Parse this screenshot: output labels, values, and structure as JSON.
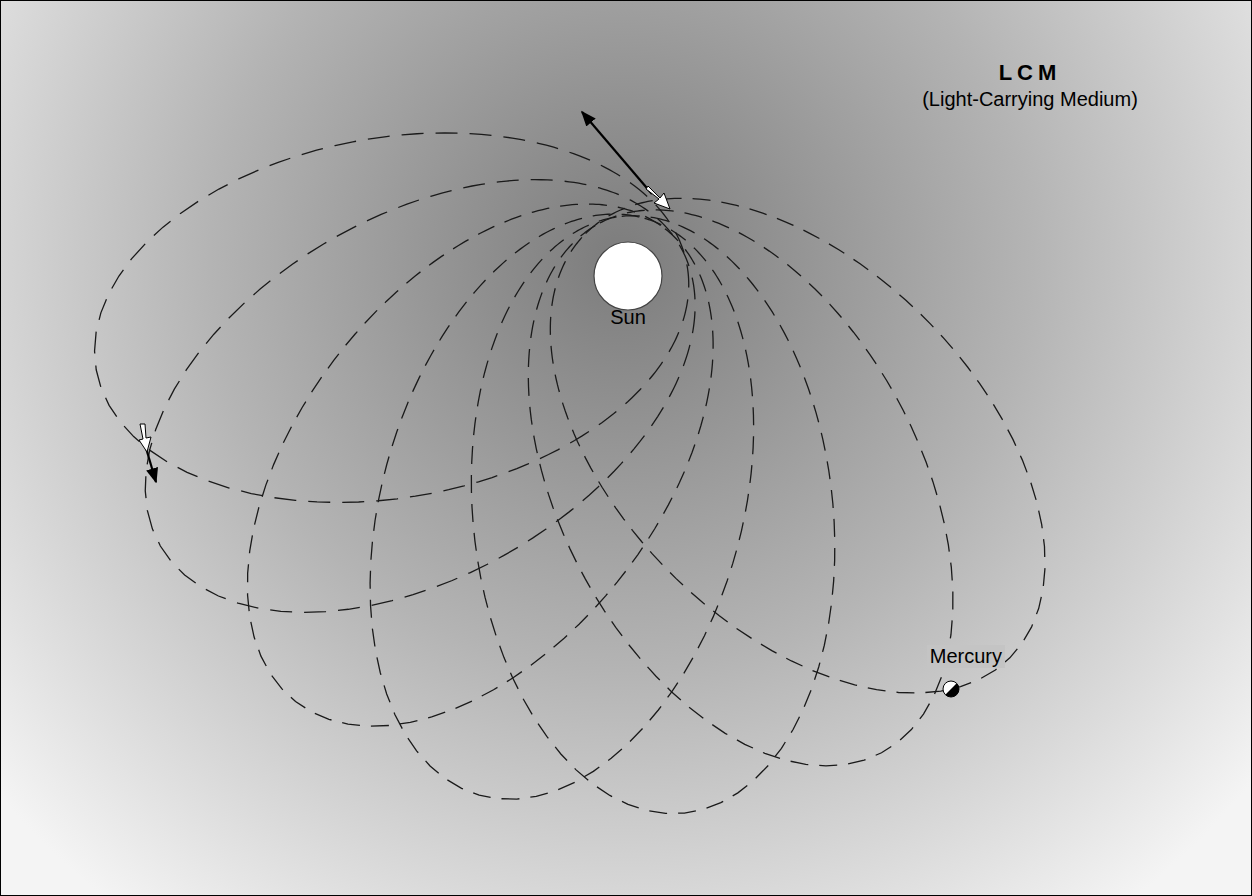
{
  "diagram": {
    "nodes": [
      {
        "text": [
          "Sun"
        ]
      },
      {
        "text": [
          "Mercury"
        ]
      }
    ],
    "labels": [
      "LCM",
      "(Light-Carrying Medium)"
    ]
  }
}
